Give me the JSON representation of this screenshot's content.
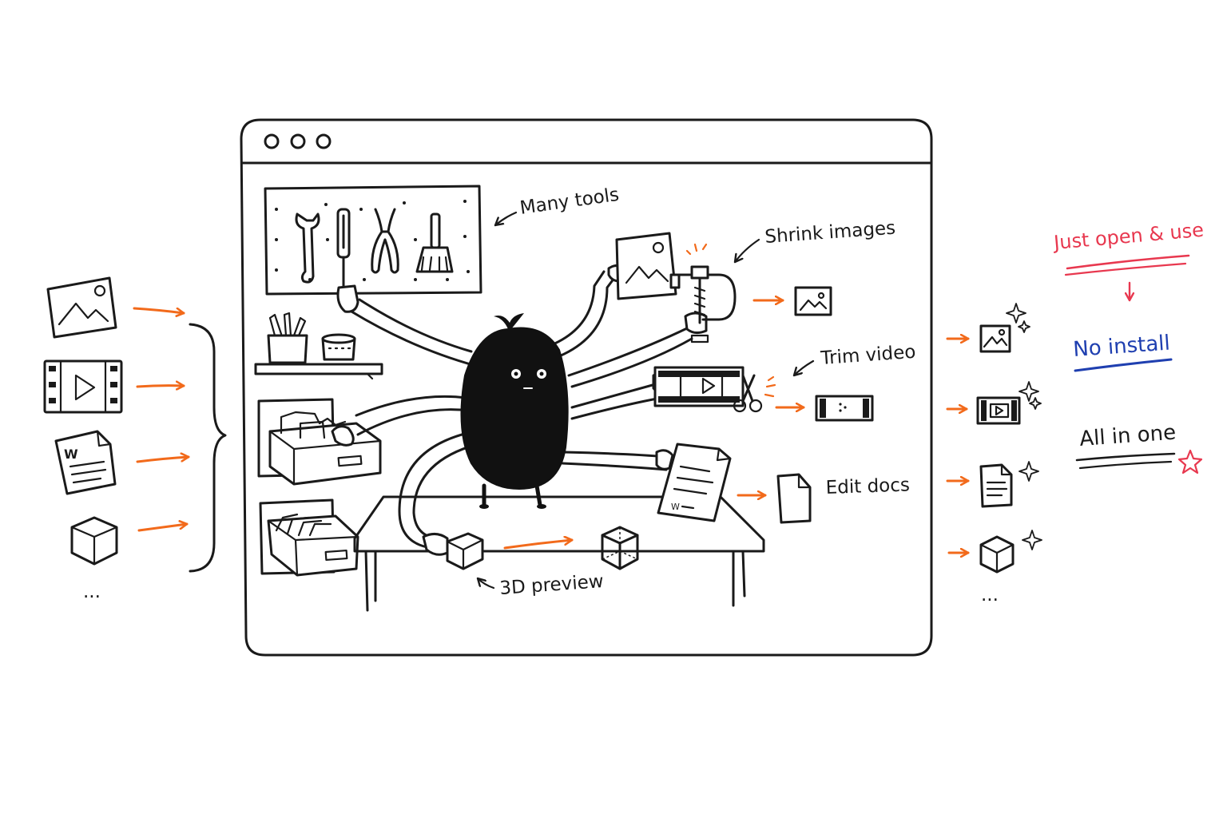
{
  "colors": {
    "ink": "#1a1a1a",
    "arrow": "#f26a1b",
    "accent_red": "#e8384f",
    "accent_blue": "#1f3fb0",
    "background": "#ffffff"
  },
  "window": {
    "controls": [
      "circle",
      "circle",
      "circle"
    ]
  },
  "labels": {
    "many_tools": "Many tools",
    "shrink_images": "Shrink images",
    "trim_video": "Trim video",
    "edit_docs": "Edit docs",
    "preview_3d": "3D preview"
  },
  "sidebar": {
    "just_open": "Just open & use",
    "no_install": "No install",
    "all_in_one": "All in one"
  },
  "doc_glyph": "W",
  "inputs": {
    "icons": [
      "image-icon",
      "video-icon",
      "document-icon",
      "cube-icon"
    ],
    "more": "..."
  },
  "outputs": {
    "icons": [
      "image-icon",
      "video-icon",
      "document-icon",
      "cube-icon"
    ],
    "more": "..."
  }
}
